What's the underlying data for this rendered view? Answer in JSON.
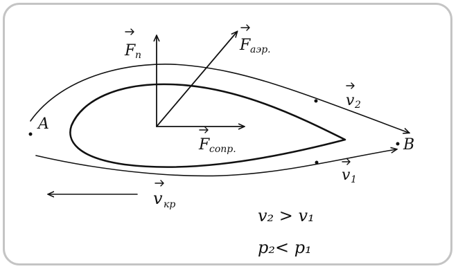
{
  "diagram": {
    "force_lift": {
      "base": "F",
      "sub": "п"
    },
    "force_aero": {
      "base": "F",
      "sub": "аэр."
    },
    "force_drag": {
      "base": "F",
      "sub": "сопр."
    },
    "velocity_top": {
      "base": "v",
      "sub": "2"
    },
    "velocity_bottom": {
      "base": "v",
      "sub": "1"
    },
    "velocity_flow": {
      "base": "v",
      "sub": "кр"
    },
    "point_a": "A",
    "point_b": "B",
    "relation_velocity": "v₂ > v₁",
    "relation_pressure": "p₂< p₁"
  }
}
